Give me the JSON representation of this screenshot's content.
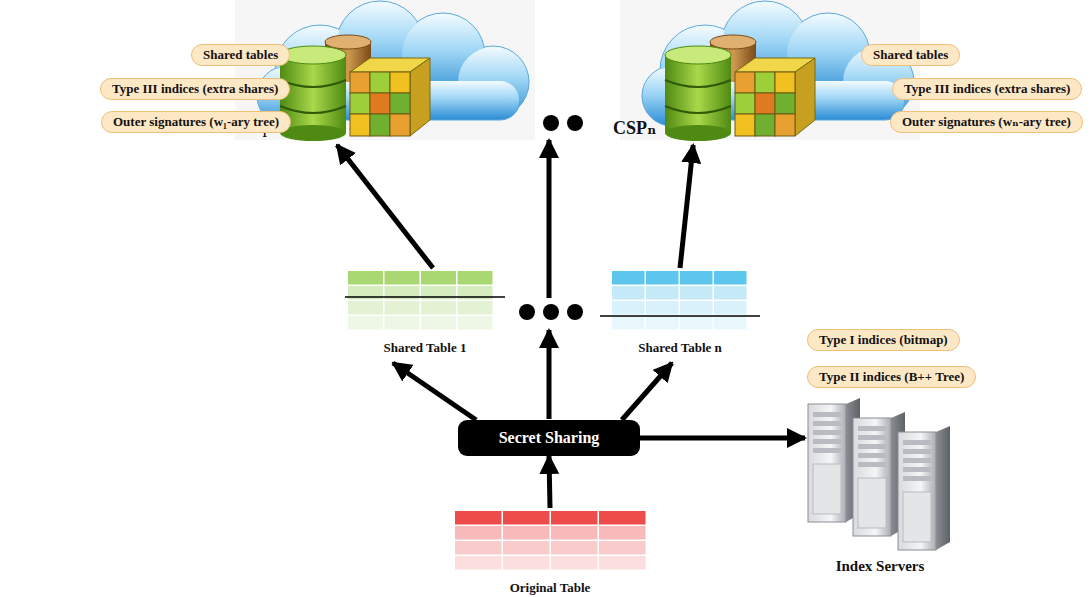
{
  "diagram": {
    "nodes": [
      {
        "text": [
          "CSP₁"
        ]
      },
      {
        "text": [
          "Shared tables"
        ]
      },
      {
        "text": [
          "Type III indices (extra shares)"
        ]
      },
      {
        "text": [
          "Outer signatures (w₁-ary tree)"
        ]
      },
      {
        "text": [
          "CSPₙ"
        ]
      },
      {
        "text": [
          "Shared tables"
        ]
      },
      {
        "text": [
          "Type III indices (extra shares)"
        ]
      },
      {
        "text": [
          "Outer signatures (wₙ-ary tree)"
        ]
      },
      {
        "text": [
          "Shared Table 1"
        ]
      },
      {
        "text": [
          "Shared Table n"
        ]
      },
      {
        "text": [
          "Type I indices (bitmap)"
        ]
      },
      {
        "text": [
          "Type II indices (B++ Tree)"
        ]
      },
      {
        "text": [
          "Secret Sharing"
        ]
      },
      {
        "text": [
          "Index Servers"
        ]
      },
      {
        "text": [
          "Original Table"
        ]
      }
    ],
    "edges": [
      {
        "from": 14,
        "to": 12,
        "arrow": "to"
      },
      {
        "from": 12,
        "to": 8,
        "arrow": "to"
      },
      {
        "from": 12,
        "to": 9,
        "arrow": "to"
      },
      {
        "from": 12,
        "to": 13,
        "arrow": "to"
      },
      {
        "from": 8,
        "to": 0,
        "arrow": "to"
      },
      {
        "from": 9,
        "to": 4,
        "arrow": "to"
      }
    ]
  }
}
